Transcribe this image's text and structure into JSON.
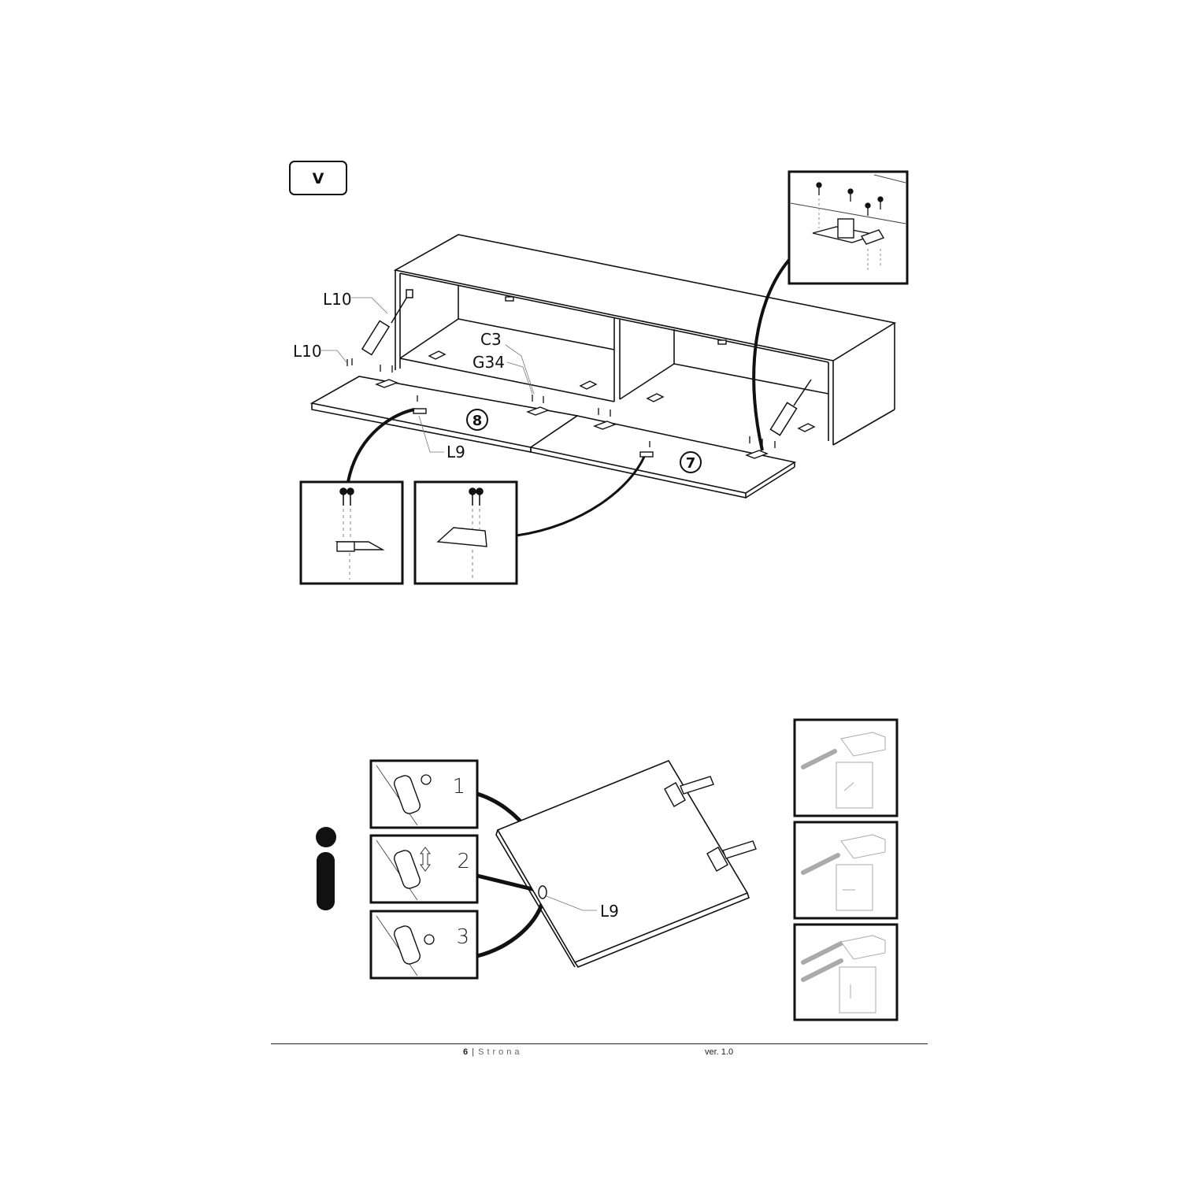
{
  "step": {
    "label": "V"
  },
  "labels": {
    "gas_strut_upper": "L10",
    "gas_strut_lower": "L10",
    "part_c3": "C3",
    "part_g34": "G34",
    "catch_upper": "L9",
    "catch_lower": "L9"
  },
  "panels": {
    "left_number": "8",
    "right_number": "7"
  },
  "info": {
    "symbol": "i",
    "steps": [
      "1",
      "2",
      "3"
    ]
  },
  "footer": {
    "page_number": "6",
    "separator": "|",
    "page_word": "Strona",
    "version": "ver. 1.0"
  }
}
